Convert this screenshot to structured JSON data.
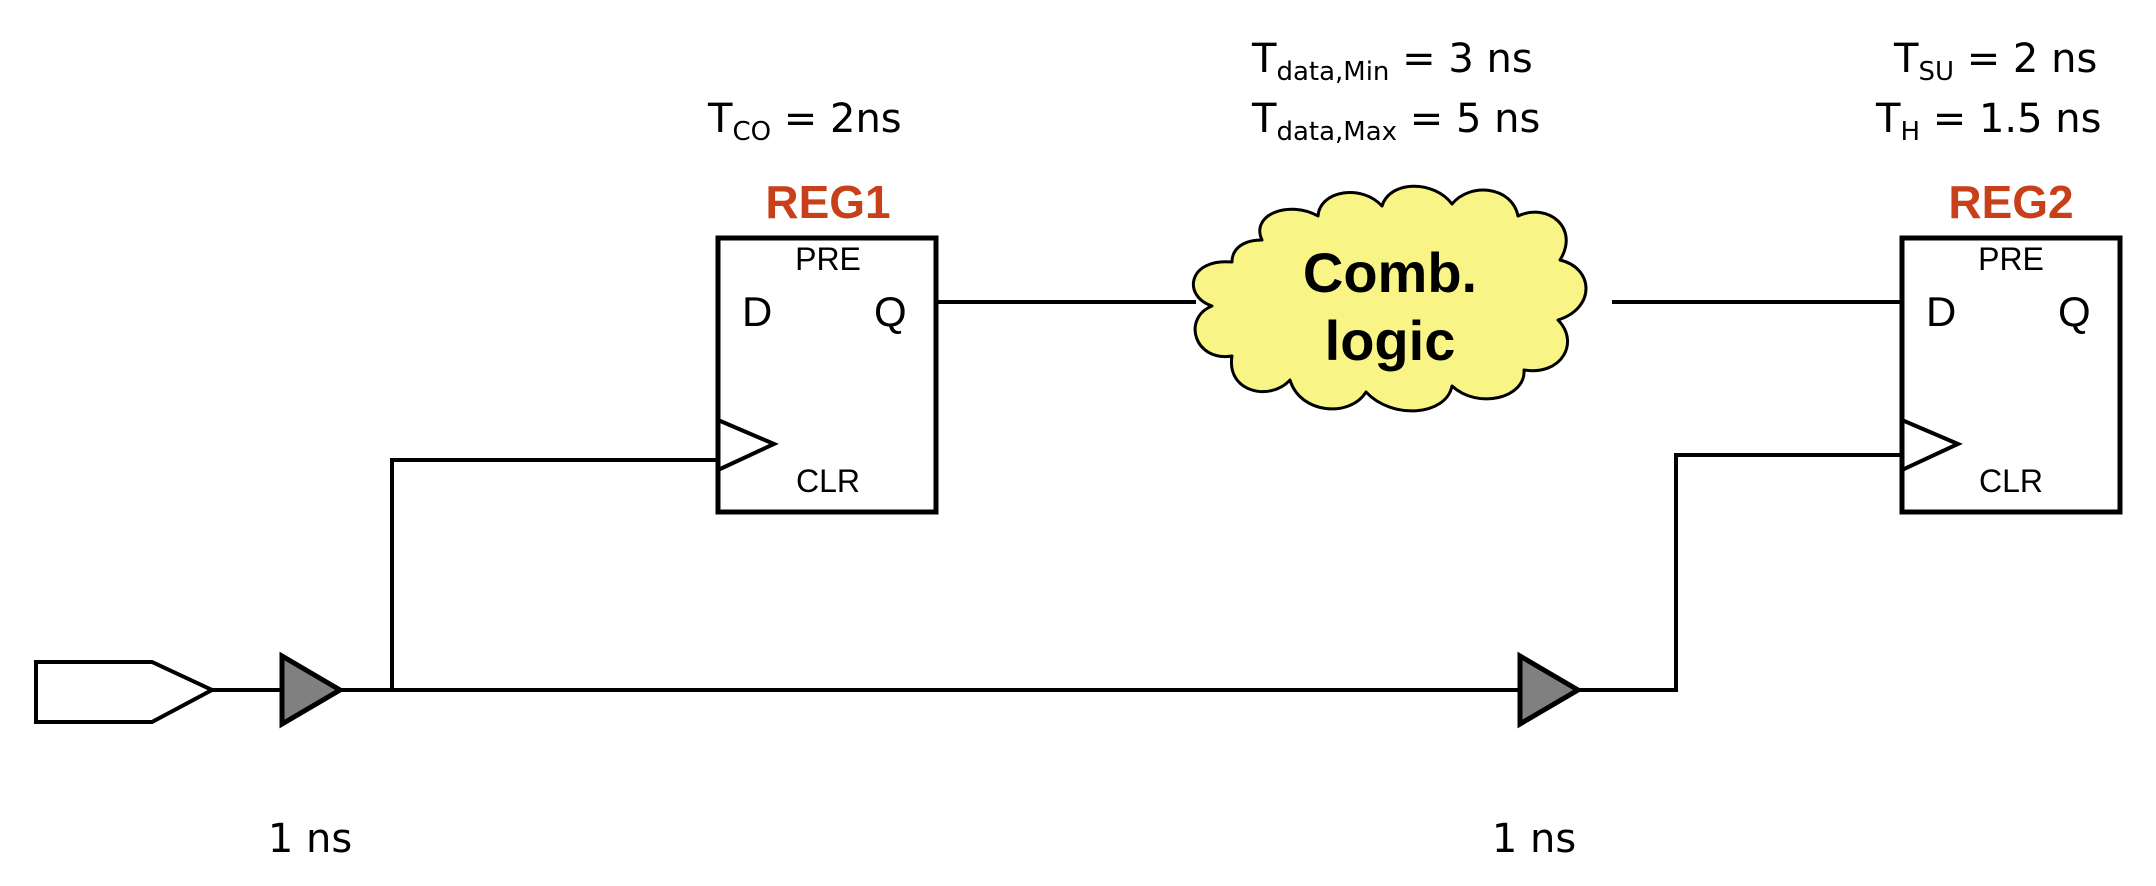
{
  "reg1": {
    "title": "REG1",
    "pre": "PRE",
    "d": "D",
    "q": "Q",
    "clr": "CLR",
    "param_main": "T",
    "param_sub": "CO",
    "param_value": " = 2ns"
  },
  "reg2": {
    "title": "REG2",
    "pre": "PRE",
    "d": "D",
    "q": "Q",
    "clr": "CLR",
    "tsu_main": "T",
    "tsu_sub": "SU",
    "tsu_value": " = 2 ns",
    "th_main": "T",
    "th_sub": "H",
    "th_value": " = 1.5 ns"
  },
  "comb_logic": {
    "line1": "Comb.",
    "line2": "logic",
    "tmin_main": "T",
    "tmin_sub": "data,Min",
    "tmin_value": " = 3 ns",
    "tmax_main": "T",
    "tmax_sub": "data,Max",
    "tmax_value": " = 5 ns"
  },
  "clock_buffers": {
    "buffer1_delay": "1 ns",
    "buffer2_delay": "1 ns"
  },
  "colors": {
    "register_title": "#c8401a",
    "cloud_fill": "#f8f486",
    "buffer_fill": "#808080",
    "stroke": "#000000"
  }
}
